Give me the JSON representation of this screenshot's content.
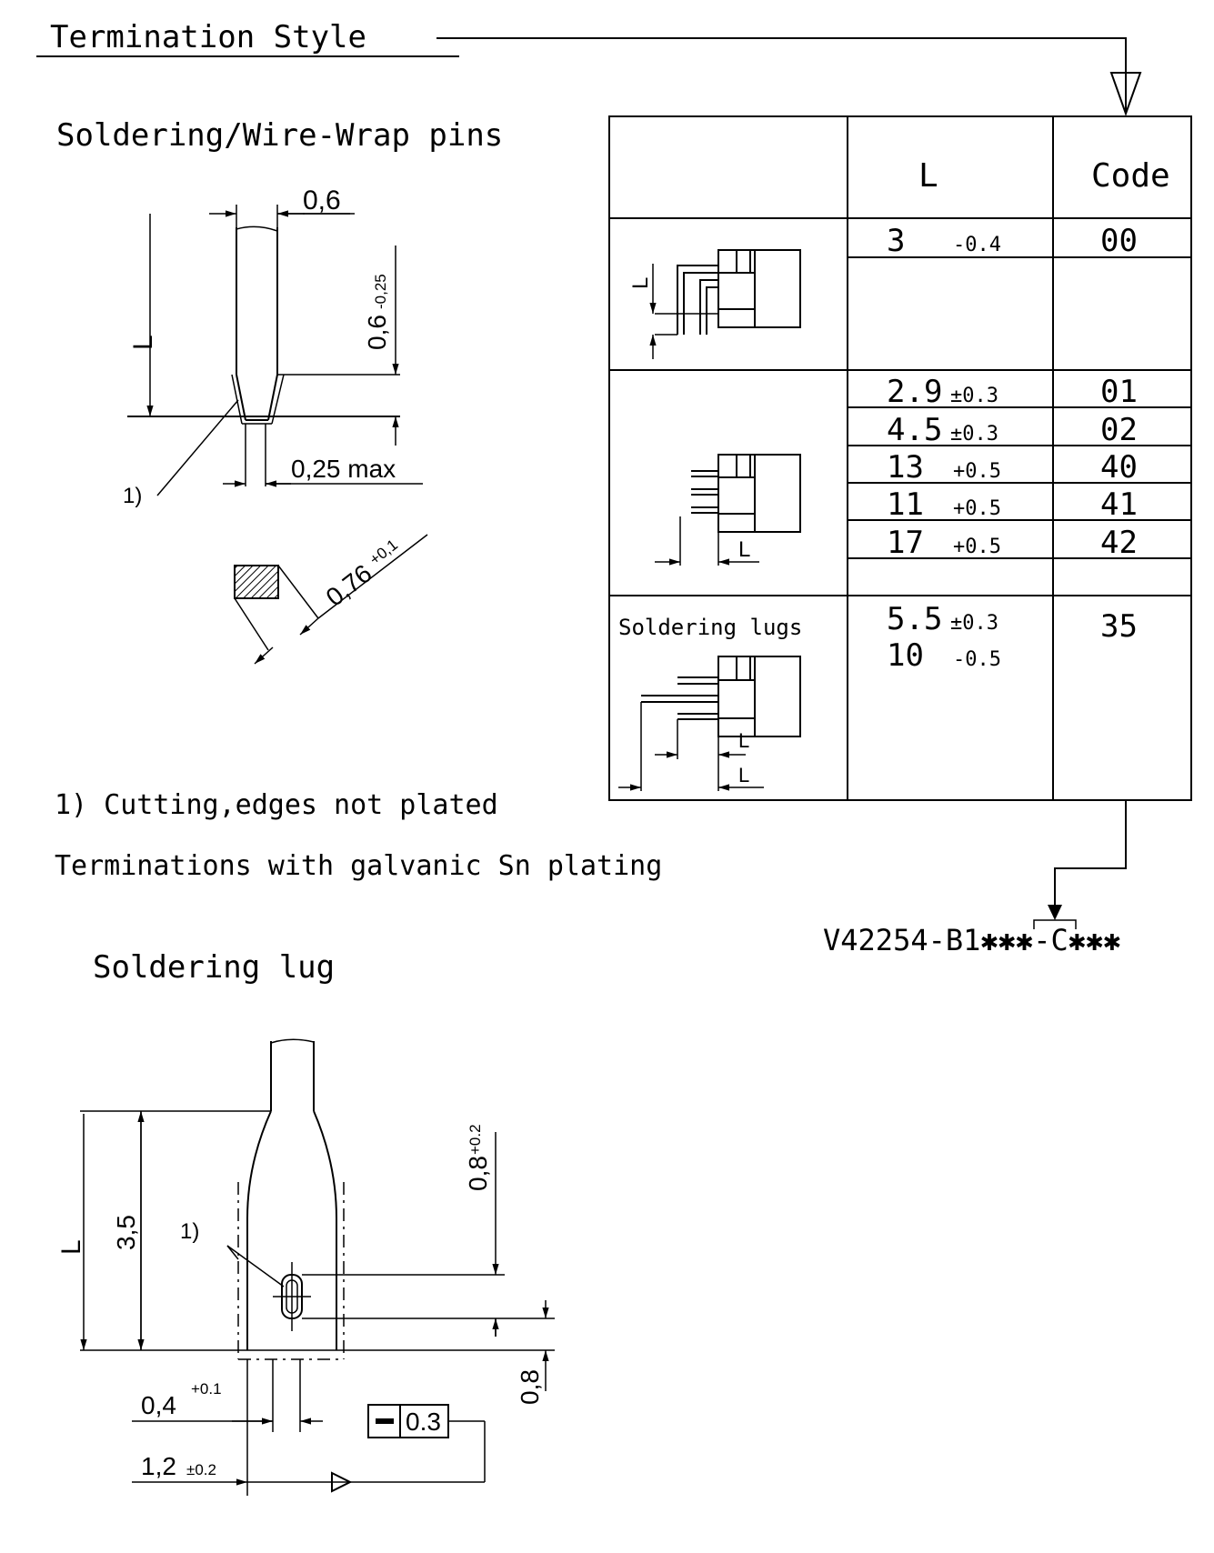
{
  "heading": "Termination Style",
  "pins_title": "Soldering/Wire-Wrap pins",
  "pins_dims": {
    "width": "0,6",
    "tip_main": "0,6",
    "tip_tol": "-0,25",
    "tip_width": "0,25 max",
    "diag_main": "0,76",
    "diag_tol": "+0,1",
    "length": "L",
    "note_ref": "1)"
  },
  "notes": {
    "note1": "1) Cutting,edges not plated",
    "note2": "Terminations with galvanic Sn plating"
  },
  "table": {
    "header_l": "L",
    "header_code": "Code",
    "row1": {
      "l_main": "3",
      "l_tol": "-0.4",
      "code": "00"
    },
    "row2": [
      {
        "l_main": "2.9",
        "l_tol": "±0.3",
        "code": "01"
      },
      {
        "l_main": "4.5",
        "l_tol": "±0.3",
        "code": "02"
      },
      {
        "l_main": "13",
        "l_tol": "+0.5",
        "code": "40"
      },
      {
        "l_main": "11",
        "l_tol": "+0.5",
        "code": "41"
      },
      {
        "l_main": "17",
        "l_tol": "+0.5",
        "code": "42"
      }
    ],
    "row3": {
      "label": "Soldering lugs",
      "l1_main": "5.5",
      "l1_tol": "±0.3",
      "l2_main": "10",
      "l2_tol": "-0.5",
      "code": "35"
    },
    "sketch_label": "L"
  },
  "part_number": "V42254-B1✱✱✱-C✱✱✱",
  "lug_title": "Soldering lug",
  "lug_dims": {
    "length": "L",
    "height": "3,5",
    "slot_main": "0,8",
    "slot_tol": "+0.2",
    "bottom": "0,8",
    "w1_main": "0,4",
    "w1_tol": "+0.1",
    "w2_main": "1,2",
    "w2_tol": "±0.2",
    "frame_value": "0.3",
    "note_ref": "1)"
  }
}
